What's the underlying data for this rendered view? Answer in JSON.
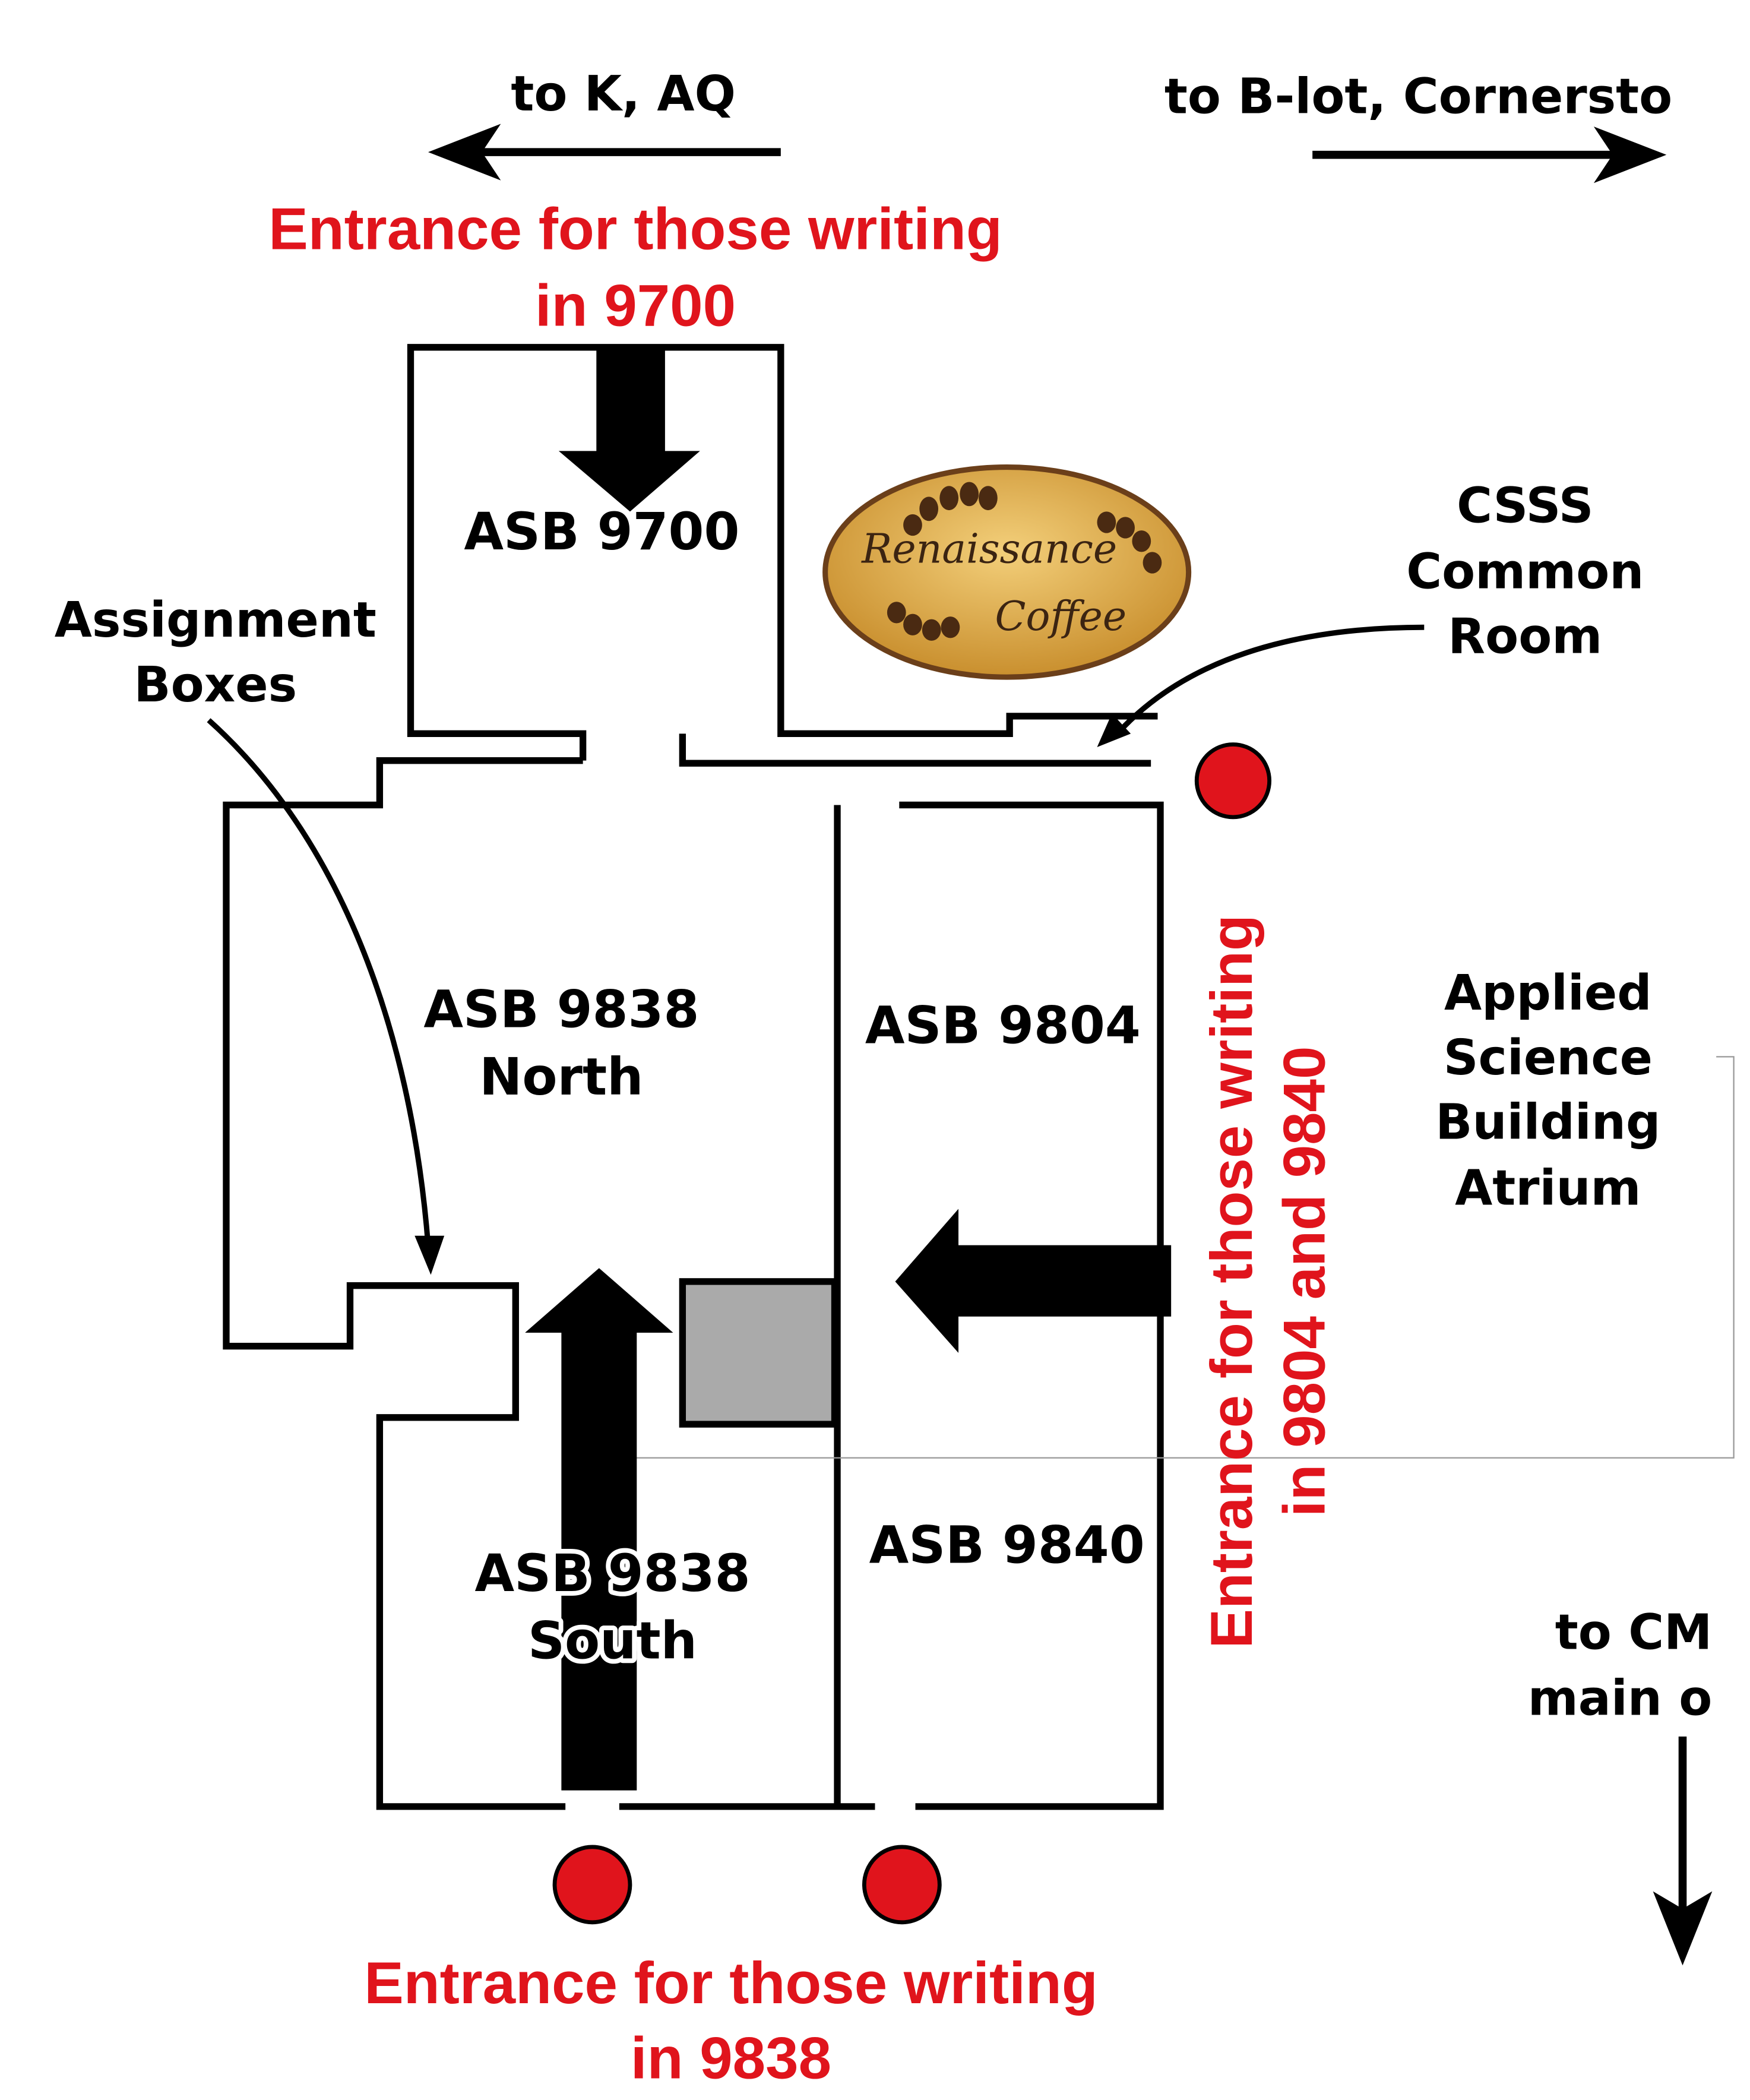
{
  "colors": {
    "entrance": "#e0141c",
    "walls": "#000000",
    "pillar": "#aaaaaa",
    "logo_fill": "#d9a94b",
    "logo_stroke": "#6b3f1a"
  },
  "directions": {
    "left": {
      "label": "to K, AQ",
      "icon": "arrow-left-icon"
    },
    "right": {
      "label": "to B-lot, Cornersto",
      "icon": "arrow-right-icon"
    },
    "down": {
      "line1": "to CM",
      "line2": "main o",
      "icon": "arrow-down-icon"
    }
  },
  "entrances": {
    "e9700": {
      "line1": "Entrance for those writing",
      "line2": "in 9700"
    },
    "e9804": {
      "line1": "Entrance for those writing",
      "line2": "in 9804  and 9840"
    },
    "e9838": {
      "line1": "Entrance for those writing",
      "line2": "in 9838"
    }
  },
  "rooms": {
    "r9700": "ASB 9700",
    "r9838n": {
      "line1": "ASB 9838",
      "line2": "North"
    },
    "r9804": "ASB 9804",
    "r9838s": {
      "line1": "ASB 9838",
      "line2": "South"
    },
    "r9840": "ASB 9840"
  },
  "landmarks": {
    "assignment": {
      "line1": "Assignment",
      "line2": "Boxes"
    },
    "csss": {
      "line1": "CSSS",
      "line2": "Common",
      "line3": "Room"
    },
    "atrium": {
      "line1": "Applied",
      "line2": "Science",
      "line3": "Building",
      "line4": "Atrium"
    },
    "coffee": {
      "line1": "Renaissance",
      "line2": "Coffee"
    }
  }
}
